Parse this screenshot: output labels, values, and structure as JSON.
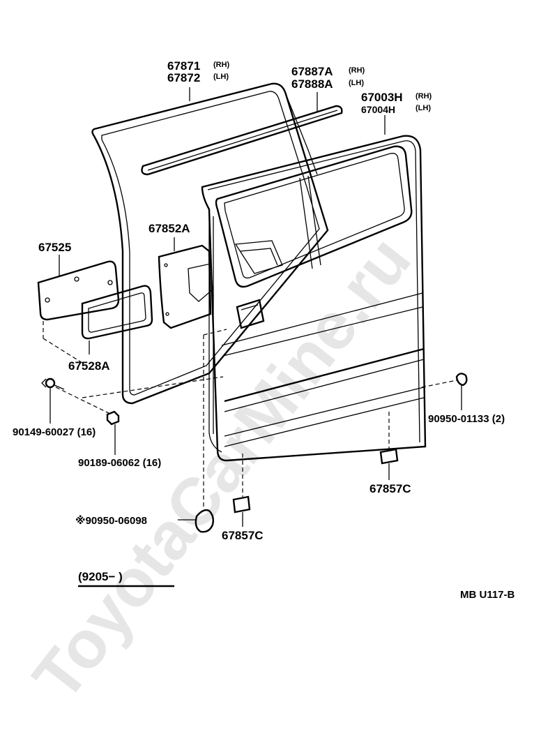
{
  "watermark": "ToyotaCarMine.ru",
  "callouts": {
    "weatherstrip_rh": "67871",
    "weatherstrip_rh_side": "(RH)",
    "weatherstrip_lh": "67872",
    "weatherstrip_lh_side": "(LH)",
    "belt_rh": "67887A",
    "belt_rh_side": "(RH)",
    "belt_lh": "67888A",
    "belt_lh_side": "(LH)",
    "door_rh": "67003H",
    "door_rh_side": "(RH)",
    "door_lh": "67004H",
    "door_lh_side": "(LH)",
    "cover": "67852A",
    "plate": "67525",
    "seal": "67528A",
    "screw": "90149-60027 (16)",
    "nut": "90189-06062 (16)",
    "plug_right": "90950-01133 (2)",
    "pad_right": "67857C",
    "pad_bottom": "67857C",
    "hole_plug": "※90950-06098",
    "date_range": "(9205−        )",
    "diagram_code": "MB U117-B"
  }
}
